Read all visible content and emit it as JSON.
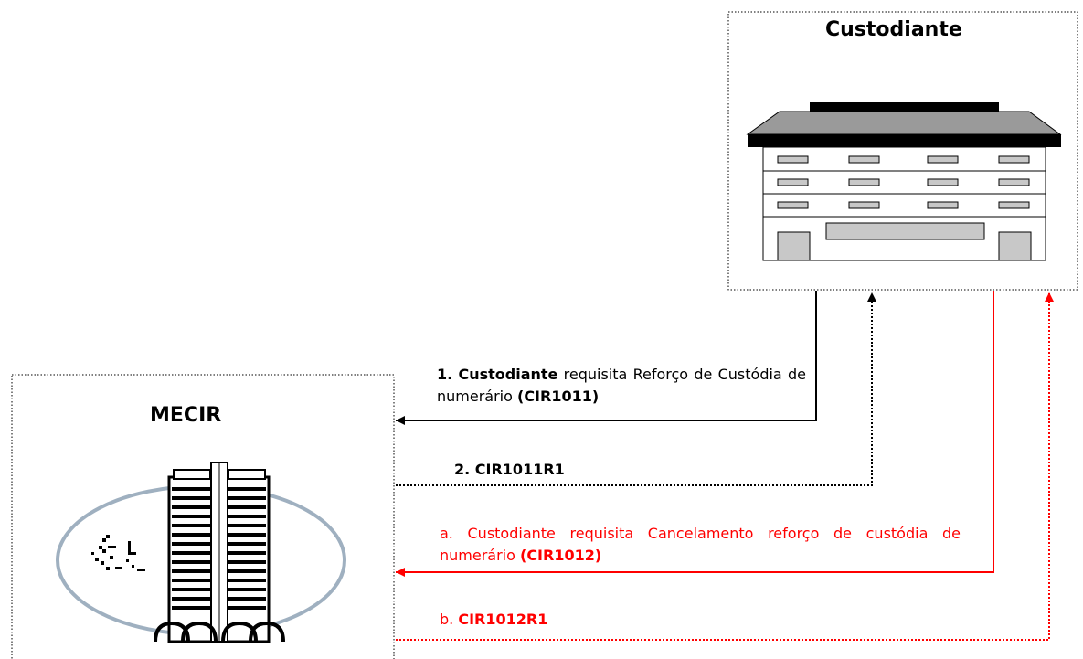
{
  "custodiante": {
    "title": "Custodiante"
  },
  "mecir": {
    "title": "MECIR"
  },
  "messages": {
    "m1": {
      "num": "1.",
      "actor": "Custodiante",
      "text": "requisita Reforço de Custódia de numerário",
      "code": "(CIR1011)"
    },
    "m2": {
      "label": "2. CIR1011R1"
    },
    "ma": {
      "prefix": "a. Custodiante requisita Cancelamento reforço de custódia de numerário",
      "code": "(CIR1012)"
    },
    "mb": {
      "prefix": "b.",
      "code": "CIR1012R1"
    }
  },
  "colors": {
    "primary": "#000000",
    "cancel": "#ff0000",
    "building_roof": "#9a9a9a",
    "window": "#c8c8c8",
    "ellipse_stroke": "#9fb0c0"
  },
  "icons": {
    "custodiante": "office-building-icon",
    "mecir": "bank-towers-logo-icon"
  }
}
